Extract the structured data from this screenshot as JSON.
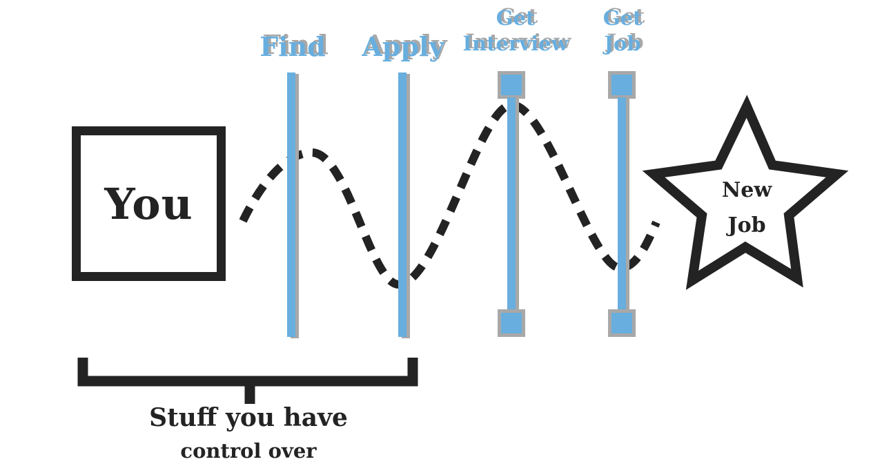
{
  "colors": {
    "accent_blue": "#68aede",
    "shadow_gray": "#a8a8a8",
    "ink": "#232323",
    "bg": "#ffffff"
  },
  "you_box": {
    "label": "You"
  },
  "stages": [
    {
      "label": "Find"
    },
    {
      "label": "Apply"
    },
    {
      "label": "Get Interview"
    },
    {
      "label": "Get Job"
    }
  ],
  "star": {
    "label": "New Job",
    "icon": "star-burst"
  },
  "bracket_caption": {
    "line1": "Stuff you have",
    "line2": "control over"
  }
}
